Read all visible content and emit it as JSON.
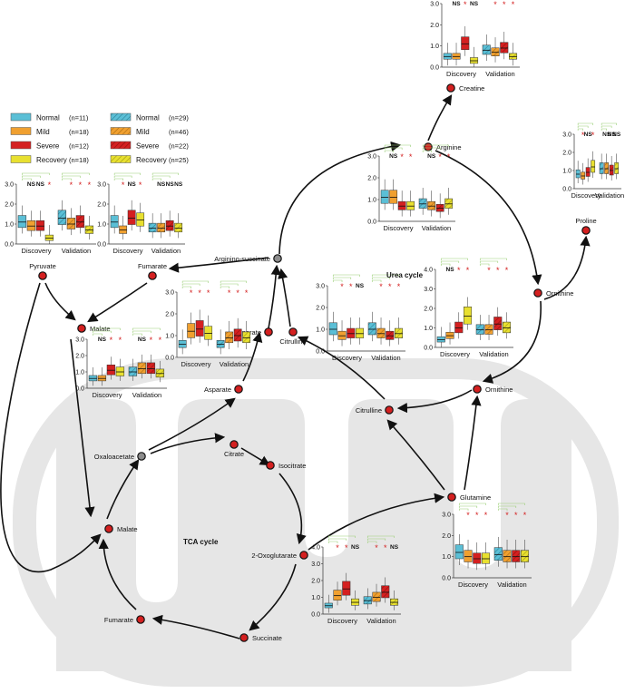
{
  "colors": {
    "normal": "#5bbfd6",
    "mild": "#f0a030",
    "severe": "#d42020",
    "recovery": "#e8e030",
    "node_red": "#d42020",
    "node_gray": "#8c8c8c",
    "mito": "#e6e6e6",
    "bracket": "#9ccf78"
  },
  "legend": {
    "discovery": [
      {
        "label": "Normal",
        "n": "(n=11)"
      },
      {
        "label": "Mild",
        "n": "(n=18)"
      },
      {
        "label": "Severe",
        "n": "(n=12)"
      },
      {
        "label": "Recovery",
        "n": "(n=18)"
      }
    ],
    "validation": [
      {
        "label": "Normal",
        "n": "(n=29)"
      },
      {
        "label": "Mild",
        "n": "(n=46)"
      },
      {
        "label": "Severe",
        "n": "(n=22)"
      },
      {
        "label": "Recovery",
        "n": "(n=25)"
      }
    ]
  },
  "nodes": [
    {
      "id": "creatine",
      "label": "Creatine",
      "color": "red"
    },
    {
      "id": "arginine",
      "label": "Arginine",
      "color": "red"
    },
    {
      "id": "proline",
      "label": "Proline",
      "color": "red"
    },
    {
      "id": "arginino-succinate",
      "label": "Arginino-succinate",
      "color": "gray"
    },
    {
      "id": "pyruvate",
      "label": "Pyruvate",
      "color": "red"
    },
    {
      "id": "fumarate-top",
      "label": "Fumarate",
      "color": "red"
    },
    {
      "id": "malate-top",
      "label": "Malate",
      "color": "red"
    },
    {
      "id": "asparate-top",
      "label": "Asparate",
      "color": "red"
    },
    {
      "id": "citrulline-top",
      "label": "Citrulline",
      "color": "red"
    },
    {
      "id": "ornithine-top",
      "label": "Ornithine",
      "color": "red"
    },
    {
      "id": "asparate-mid",
      "label": "Asparate",
      "color": "red"
    },
    {
      "id": "ornithine-mid",
      "label": "Ornithine",
      "color": "red"
    },
    {
      "id": "citrulline-mid",
      "label": "Citrulline",
      "color": "red"
    },
    {
      "id": "oxaloacetate",
      "label": "Oxaloacetate",
      "color": "gray"
    },
    {
      "id": "citrate",
      "label": "Citrate",
      "color": "red"
    },
    {
      "id": "isocitrate",
      "label": "Isocitrate",
      "color": "red"
    },
    {
      "id": "glutamine",
      "label": "Glutamine",
      "color": "red"
    },
    {
      "id": "malate-low",
      "label": "Malate",
      "color": "red"
    },
    {
      "id": "oxoglutarate",
      "label": "2-Oxoglutarate",
      "color": "red"
    },
    {
      "id": "fumarate-low",
      "label": "Fumarate",
      "color": "red"
    },
    {
      "id": "succinate",
      "label": "Succinate",
      "color": "red"
    }
  ],
  "cycle_labels": {
    "urea": "Urea cycle",
    "tca": "TCA cycle"
  },
  "plot_common": {
    "cohorts": [
      "Discovery",
      "Validation"
    ],
    "yticks": [
      "0.0",
      "1.0",
      "2.0",
      "3.0"
    ],
    "yticks_4": [
      "0.0",
      "1.0",
      "2.0",
      "3.0",
      "4.0"
    ]
  },
  "chart_data": [
    {
      "type": "box",
      "metabolite": "Creatine",
      "ylim": [
        0,
        3.0
      ],
      "discovery": {
        "medians": [
          0.5,
          0.5,
          1.1,
          0.3
        ],
        "marks": [
          "NS",
          "*",
          "NS"
        ]
      },
      "validation": {
        "medians": [
          0.8,
          0.7,
          0.9,
          0.5
        ],
        "marks": [
          "*",
          "*",
          "*"
        ]
      }
    },
    {
      "type": "box",
      "metabolite": "Proline",
      "ylim": [
        0,
        3.0
      ],
      "discovery": {
        "medians": [
          0.8,
          0.7,
          0.9,
          1.2
        ],
        "marks": [
          "*",
          "NS",
          "*"
        ]
      },
      "validation": {
        "medians": [
          1.1,
          1.1,
          1.0,
          1.1
        ],
        "marks": [
          "NS",
          "NS",
          "NS"
        ]
      }
    },
    {
      "type": "box",
      "metabolite": "Arginine",
      "ylim": [
        0,
        3.0
      ],
      "discovery": {
        "medians": [
          1.1,
          1.1,
          0.7,
          0.7
        ],
        "marks": [
          "NS",
          "*",
          "*"
        ]
      },
      "validation": {
        "medians": [
          0.8,
          0.7,
          0.6,
          0.8
        ],
        "marks": [
          "NS",
          "*",
          "*"
        ]
      }
    },
    {
      "type": "box",
      "metabolite": "Pyruvate",
      "ylim": [
        0,
        3.0
      ],
      "discovery": {
        "medians": [
          1.1,
          0.9,
          0.9,
          0.3
        ],
        "marks": [
          "NS",
          "NS",
          "*"
        ]
      },
      "validation": {
        "medians": [
          1.3,
          1.0,
          1.1,
          0.7
        ],
        "marks": [
          "*",
          "*",
          "*"
        ]
      }
    },
    {
      "type": "box",
      "metabolite": "Fumarate",
      "ylim": [
        0,
        3.0
      ],
      "discovery": {
        "medians": [
          1.1,
          0.7,
          1.3,
          1.2
        ],
        "marks": [
          "*",
          "NS",
          "*"
        ]
      },
      "validation": {
        "medians": [
          0.8,
          0.8,
          0.9,
          0.8
        ],
        "marks": [
          "NS",
          "NS",
          "NS"
        ]
      }
    },
    {
      "type": "box",
      "metabolite": "Asparate",
      "ylim": [
        0,
        3.0
      ],
      "discovery": {
        "medians": [
          0.6,
          1.2,
          1.3,
          1.1
        ],
        "marks": [
          "*",
          "*",
          "*"
        ]
      },
      "validation": {
        "medians": [
          0.6,
          0.9,
          1.0,
          0.9
        ],
        "marks": [
          "*",
          "*",
          "*"
        ]
      }
    },
    {
      "type": "box",
      "metabolite": "Citrulline",
      "ylim": [
        0,
        3.0
      ],
      "discovery": {
        "medians": [
          1.0,
          0.7,
          0.8,
          0.8
        ],
        "marks": [
          "*",
          "*",
          "NS"
        ]
      },
      "validation": {
        "medians": [
          1.0,
          0.8,
          0.7,
          0.8
        ],
        "marks": [
          "*",
          "*",
          "*"
        ]
      }
    },
    {
      "type": "box",
      "metabolite": "Ornithine",
      "ylim": [
        0,
        4.0
      ],
      "discovery": {
        "medians": [
          0.4,
          0.6,
          1.0,
          1.6
        ],
        "marks": [
          "NS",
          "*",
          "*"
        ]
      },
      "validation": {
        "medians": [
          0.9,
          0.9,
          1.2,
          1.0
        ],
        "marks": [
          "*",
          "*",
          "*"
        ]
      }
    },
    {
      "type": "box",
      "metabolite": "Malate",
      "ylim": [
        0,
        3.0
      ],
      "discovery": {
        "medians": [
          0.6,
          0.6,
          1.1,
          1.0
        ],
        "marks": [
          "NS",
          "*",
          "*"
        ]
      },
      "validation": {
        "medians": [
          1.0,
          1.2,
          1.2,
          0.9
        ],
        "marks": [
          "NS",
          "*",
          "*"
        ]
      }
    },
    {
      "type": "box",
      "metabolite": "Glutamine",
      "ylim": [
        0,
        3.0
      ],
      "discovery": {
        "medians": [
          1.2,
          1.0,
          0.9,
          0.9
        ],
        "marks": [
          "*",
          "*",
          "*"
        ]
      },
      "validation": {
        "medians": [
          1.1,
          1.0,
          1.0,
          1.0
        ],
        "marks": [
          "*",
          "*",
          "*"
        ]
      }
    },
    {
      "type": "box",
      "metabolite": "2-Oxoglutarate",
      "ylim": [
        0,
        4.0
      ],
      "discovery": {
        "medians": [
          0.5,
          1.1,
          1.5,
          0.7
        ],
        "marks": [
          "*",
          "*",
          "NS"
        ]
      },
      "validation": {
        "medians": [
          0.8,
          1.0,
          1.3,
          0.7
        ],
        "marks": [
          "*",
          "*",
          "NS"
        ]
      }
    }
  ]
}
